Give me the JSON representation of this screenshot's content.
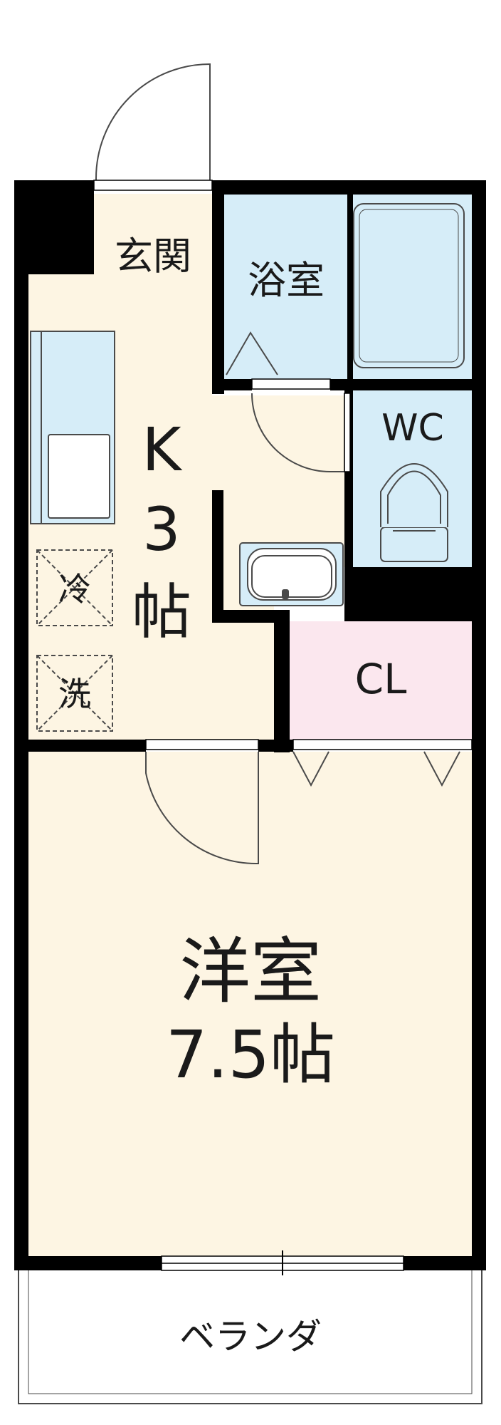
{
  "colors": {
    "wall": "#000000",
    "floor": "#fdf5e3",
    "wet_area": "#d6edf8",
    "closet": "#fbe7ee",
    "fixture_line": "#4a4a4a"
  },
  "rooms": {
    "entrance": "玄関",
    "bathroom": "浴室",
    "toilet": "WC",
    "kitchen_letter": "K",
    "kitchen_size_number": "3",
    "kitchen_size_unit": "帖",
    "closet": "CL",
    "western_room": "洋室",
    "western_room_size": "7.5帖",
    "balcony": "ベランダ"
  },
  "appliance_spaces": {
    "fridge": "冷",
    "washer": "洗"
  }
}
